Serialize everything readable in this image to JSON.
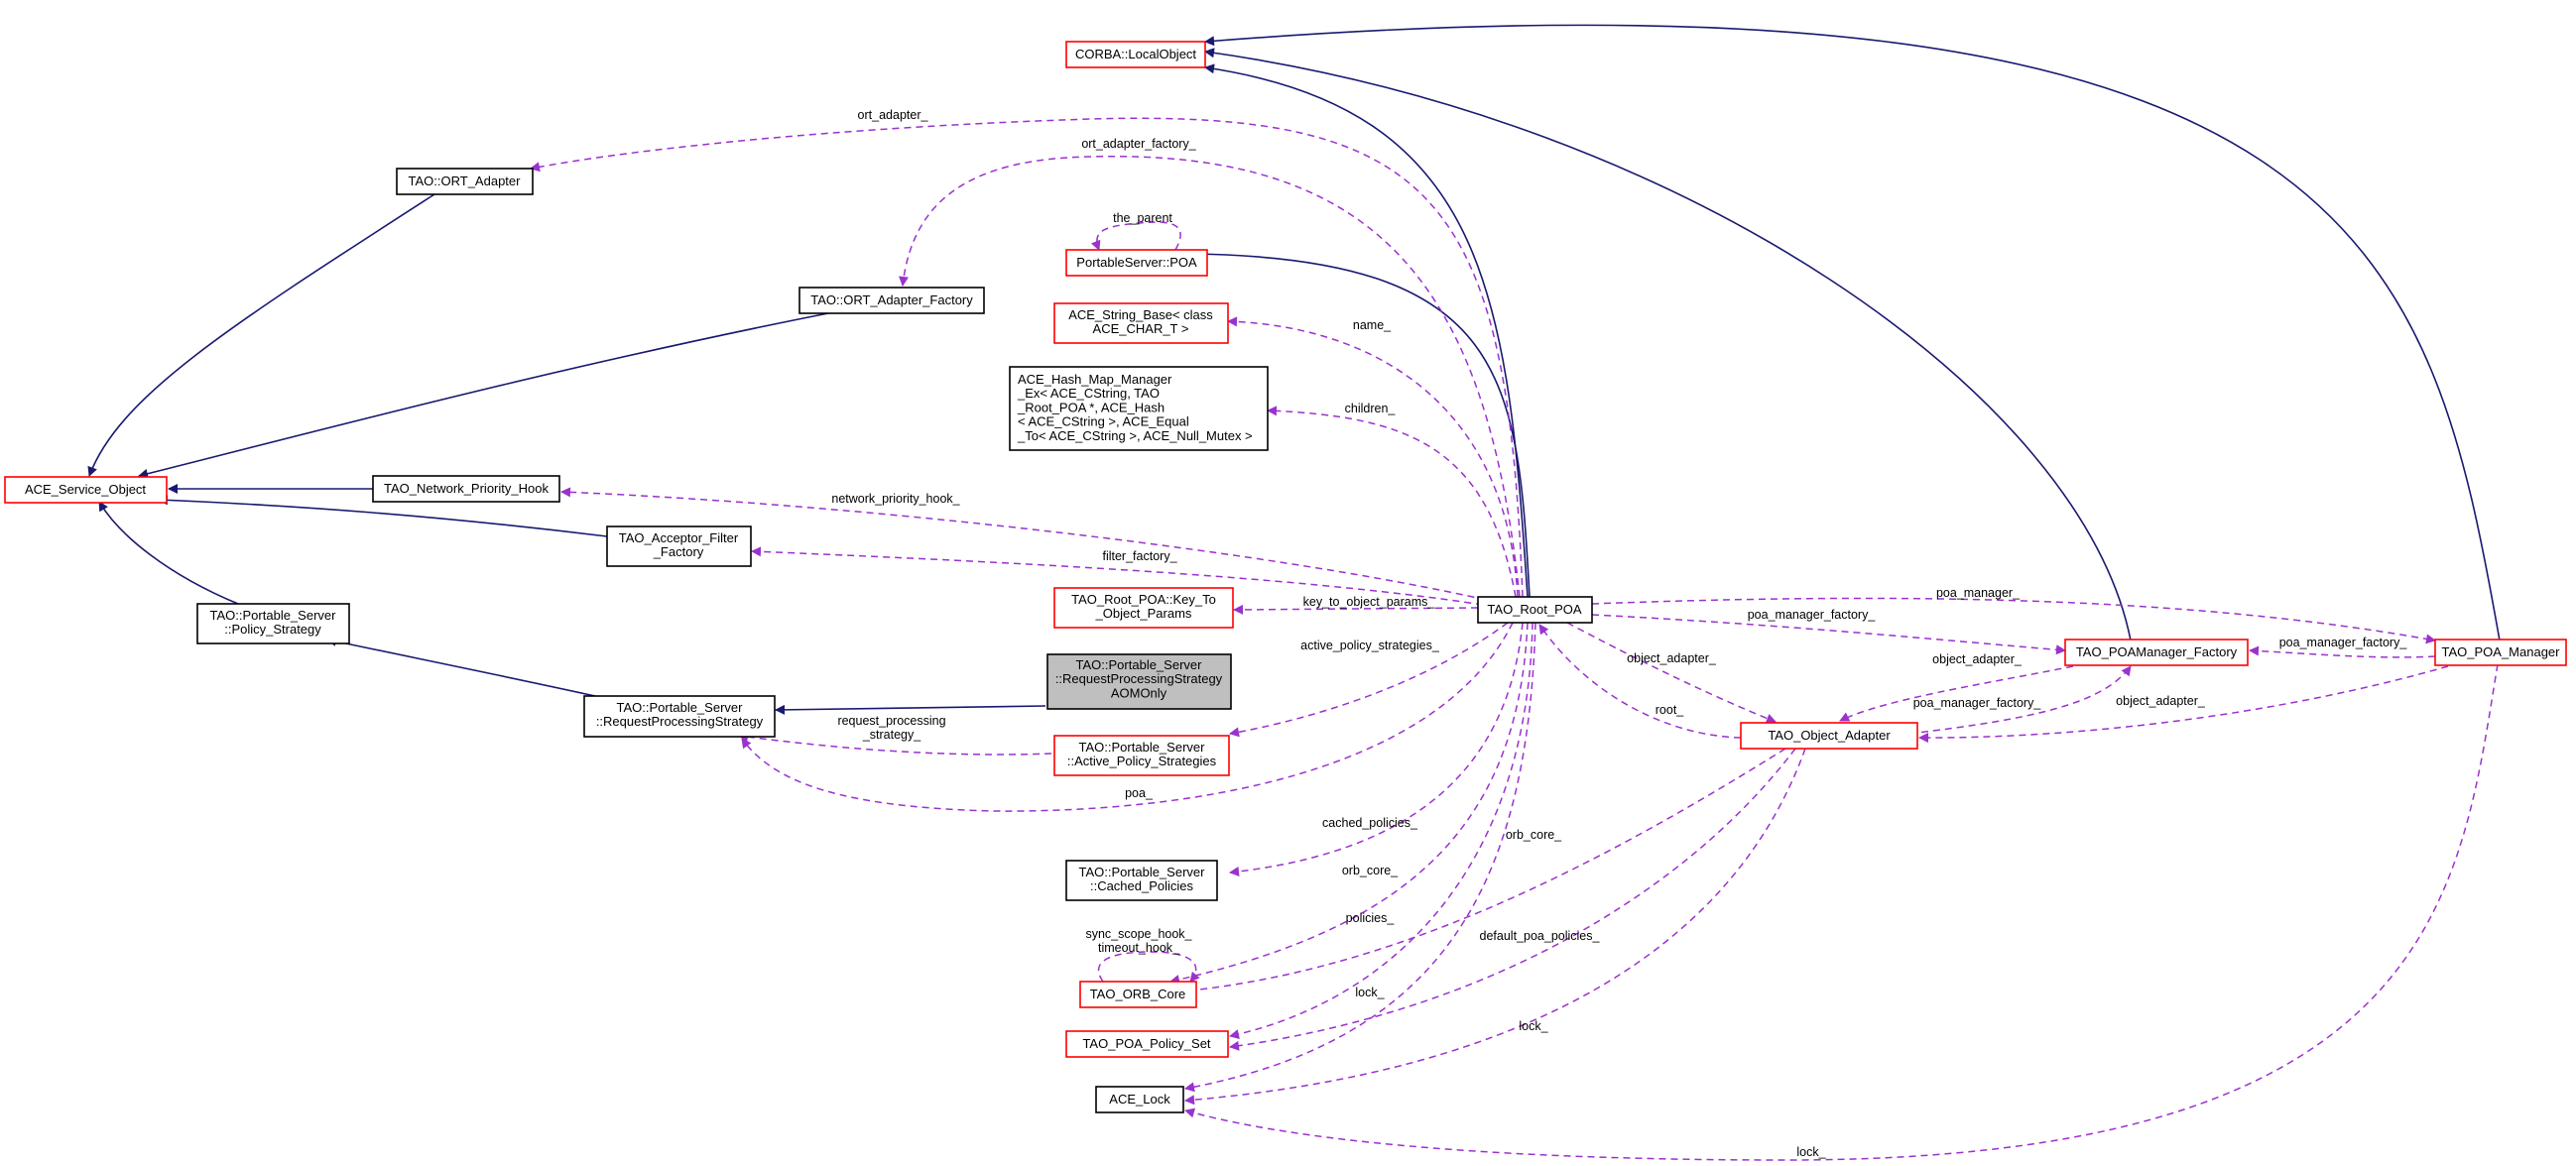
{
  "colors": {
    "inheritance": "#191970",
    "usage": "#9a32cd",
    "node_border_red": "#ff0000",
    "node_border_black": "#000000",
    "focus_fill": "#bfbfbf"
  },
  "nodes": {
    "corba_localobject": [
      "CORBA::LocalObject"
    ],
    "tao_ort_adapter": [
      "TAO::ORT_Adapter"
    ],
    "portableserver_poa": [
      "PortableServer::POA"
    ],
    "tao_ort_adapter_factory": [
      "TAO::ORT_Adapter_Factory"
    ],
    "ace_string_base": [
      "ACE_String_Base< class",
      "ACE_CHAR_T >"
    ],
    "ace_hash_map_manager": [
      "ACE_Hash_Map_Manager",
      "_Ex< ACE_CString, TAO",
      "_Root_POA *, ACE_Hash",
      "< ACE_CString >, ACE_Equal",
      "_To< ACE_CString >, ACE_Null_Mutex >"
    ],
    "ace_service_object": [
      "ACE_Service_Object"
    ],
    "tao_network_priority_hook": [
      "TAO_Network_Priority_Hook"
    ],
    "tao_acceptor_filter_factory": [
      "TAO_Acceptor_Filter",
      "_Factory"
    ],
    "tao_root_poa_key": [
      "TAO_Root_POA::Key_To",
      "_Object_Params"
    ],
    "tao_root_poa": [
      "TAO_Root_POA"
    ],
    "tao_ps_policy_strategy": [
      "TAO::Portable_Server",
      "::Policy_Strategy"
    ],
    "tao_ps_rps_aomonly": [
      "TAO::Portable_Server",
      "::RequestProcessingStrategy",
      "AOMOnly"
    ],
    "tao_ps_rps": [
      "TAO::Portable_Server",
      "::RequestProcessingStrategy"
    ],
    "tao_ps_active_policy_strategies": [
      "TAO::Portable_Server",
      "::Active_Policy_Strategies"
    ],
    "tao_poamanager_factory": [
      "TAO_POAManager_Factory"
    ],
    "tao_poa_manager": [
      "TAO_POA_Manager"
    ],
    "tao_object_adapter": [
      "TAO_Object_Adapter"
    ],
    "tao_ps_cached_policies": [
      "TAO::Portable_Server",
      "::Cached_Policies"
    ],
    "tao_orb_core": [
      "TAO_ORB_Core"
    ],
    "tao_poa_policy_set": [
      "TAO_POA_Policy_Set"
    ],
    "ace_lock": [
      "ACE_Lock"
    ]
  },
  "edge_labels": {
    "ort_adapter": [
      "ort_adapter_"
    ],
    "ort_adapter_factory": [
      "ort_adapter_factory_"
    ],
    "the_parent": [
      "the_parent"
    ],
    "name": [
      "name_"
    ],
    "children": [
      "children_"
    ],
    "network_priority_hook": [
      "network_priority_hook_"
    ],
    "filter_factory": [
      "filter_factory_"
    ],
    "key_to_object_params": [
      "key_to_object_params_"
    ],
    "active_policy_strategies": [
      "active_policy_strategies_"
    ],
    "request_processing_strategy": [
      "request_processing",
      "_strategy_"
    ],
    "poa": [
      "poa_"
    ],
    "cached_policies": [
      "cached_policies_"
    ],
    "orb_core_left": [
      "orb_core_"
    ],
    "orb_core_right": [
      "orb_core_"
    ],
    "sync_timeout": [
      "sync_scope_hook_",
      "timeout_hook_"
    ],
    "policies": [
      "policies_"
    ],
    "default_poa_policies": [
      "default_poa_policies_"
    ],
    "lock_left": [
      "lock_"
    ],
    "lock_mid": [
      "lock_"
    ],
    "lock_bottom": [
      "lock_"
    ],
    "poa_manager": [
      "poa_manager_"
    ],
    "poa_manager_factory_top": [
      "poa_manager_factory_"
    ],
    "object_adapter_left": [
      "object_adapter_"
    ],
    "root": [
      "root_"
    ],
    "object_adapter_mid": [
      "object_adapter_"
    ],
    "poa_manager_factory_mid": [
      "poa_manager_factory_"
    ],
    "poa_manager_factory_right": [
      "poa_manager_factory_"
    ],
    "object_adapter_right": [
      "object_adapter_"
    ]
  }
}
